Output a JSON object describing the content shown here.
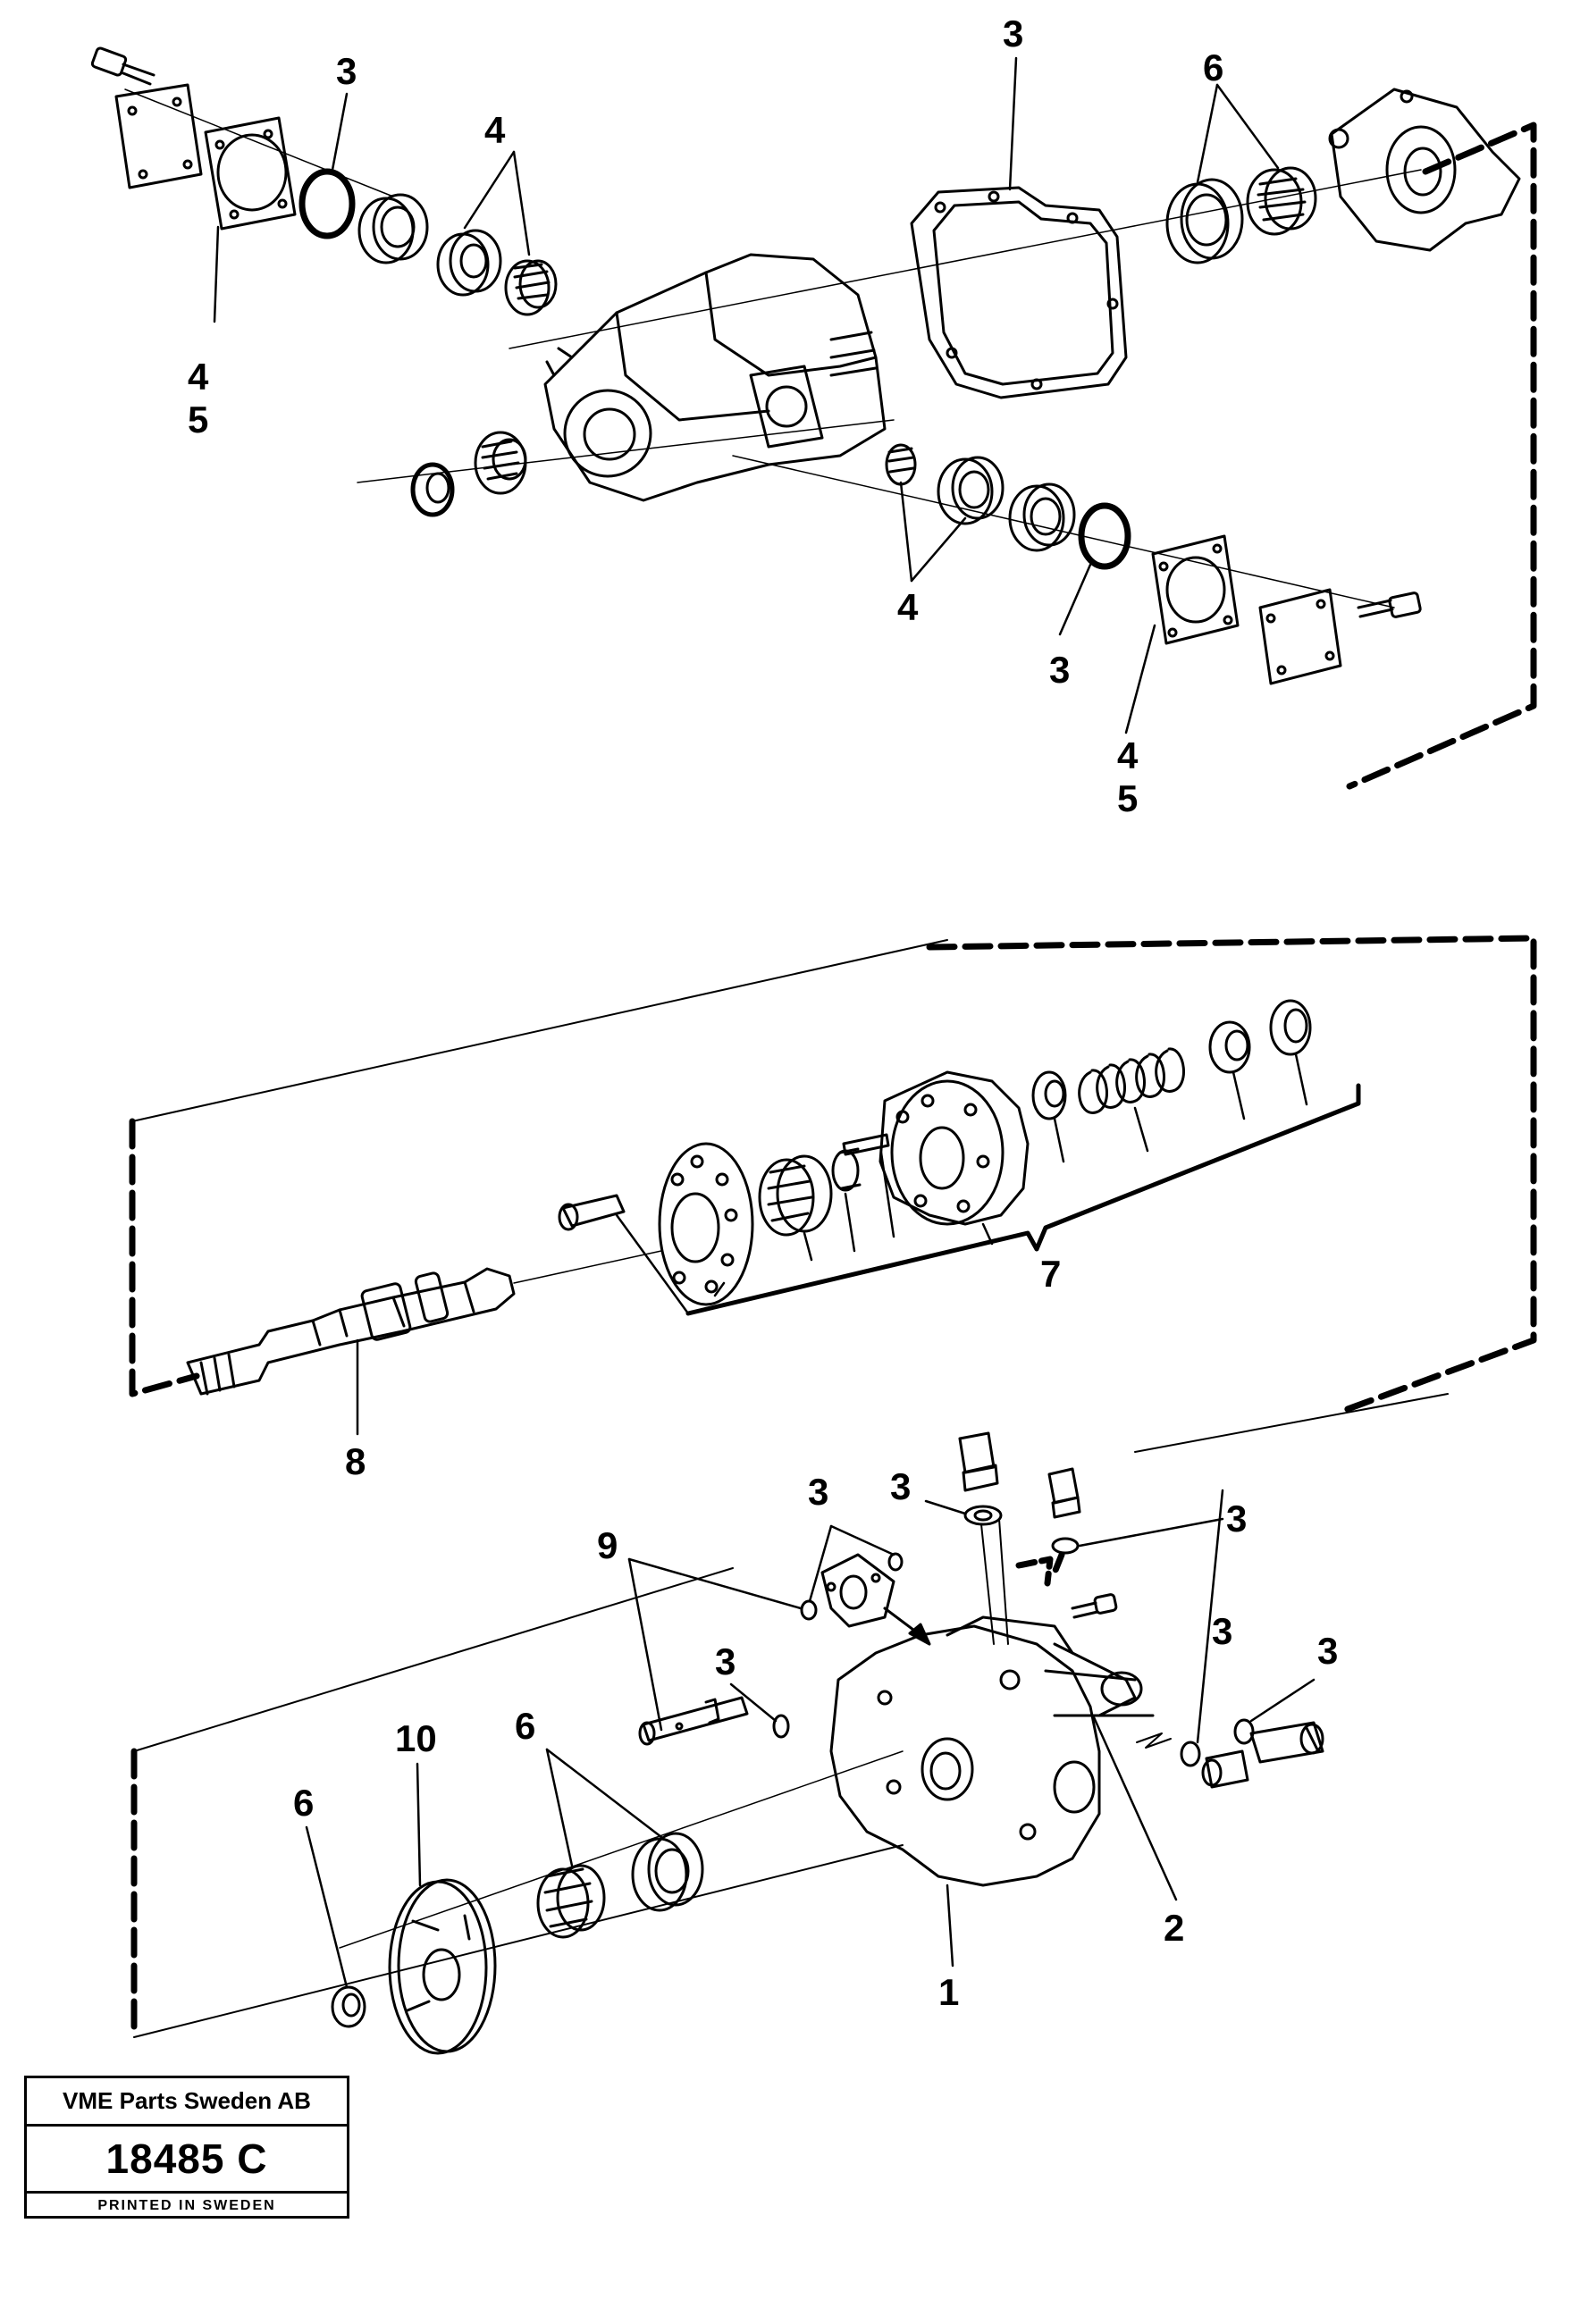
{
  "callouts": {
    "top_left_3": "3",
    "top_left_4a": "4",
    "top_left_4b": "4",
    "top_left_5": "5",
    "top_center_3": "3",
    "top_right_6": "6",
    "mid_4": "4",
    "mid_3": "3",
    "mid_4b": "4",
    "mid_5": "5",
    "assembly_7": "7",
    "shaft_8": "8",
    "bottom_3a": "3",
    "bottom_3b": "3",
    "bottom_3c": "3",
    "bottom_9": "9",
    "bottom_3d": "3",
    "bottom_3e": "3",
    "bottom_3f": "3",
    "bottom_10": "10",
    "bottom_6a": "6",
    "bottom_6b": "6",
    "bottom_2": "2",
    "bottom_1": "1"
  },
  "title_block": {
    "company": "VME Parts Sweden AB",
    "drawing_number": "18485 C",
    "printed": "PRINTED IN SWEDEN"
  }
}
